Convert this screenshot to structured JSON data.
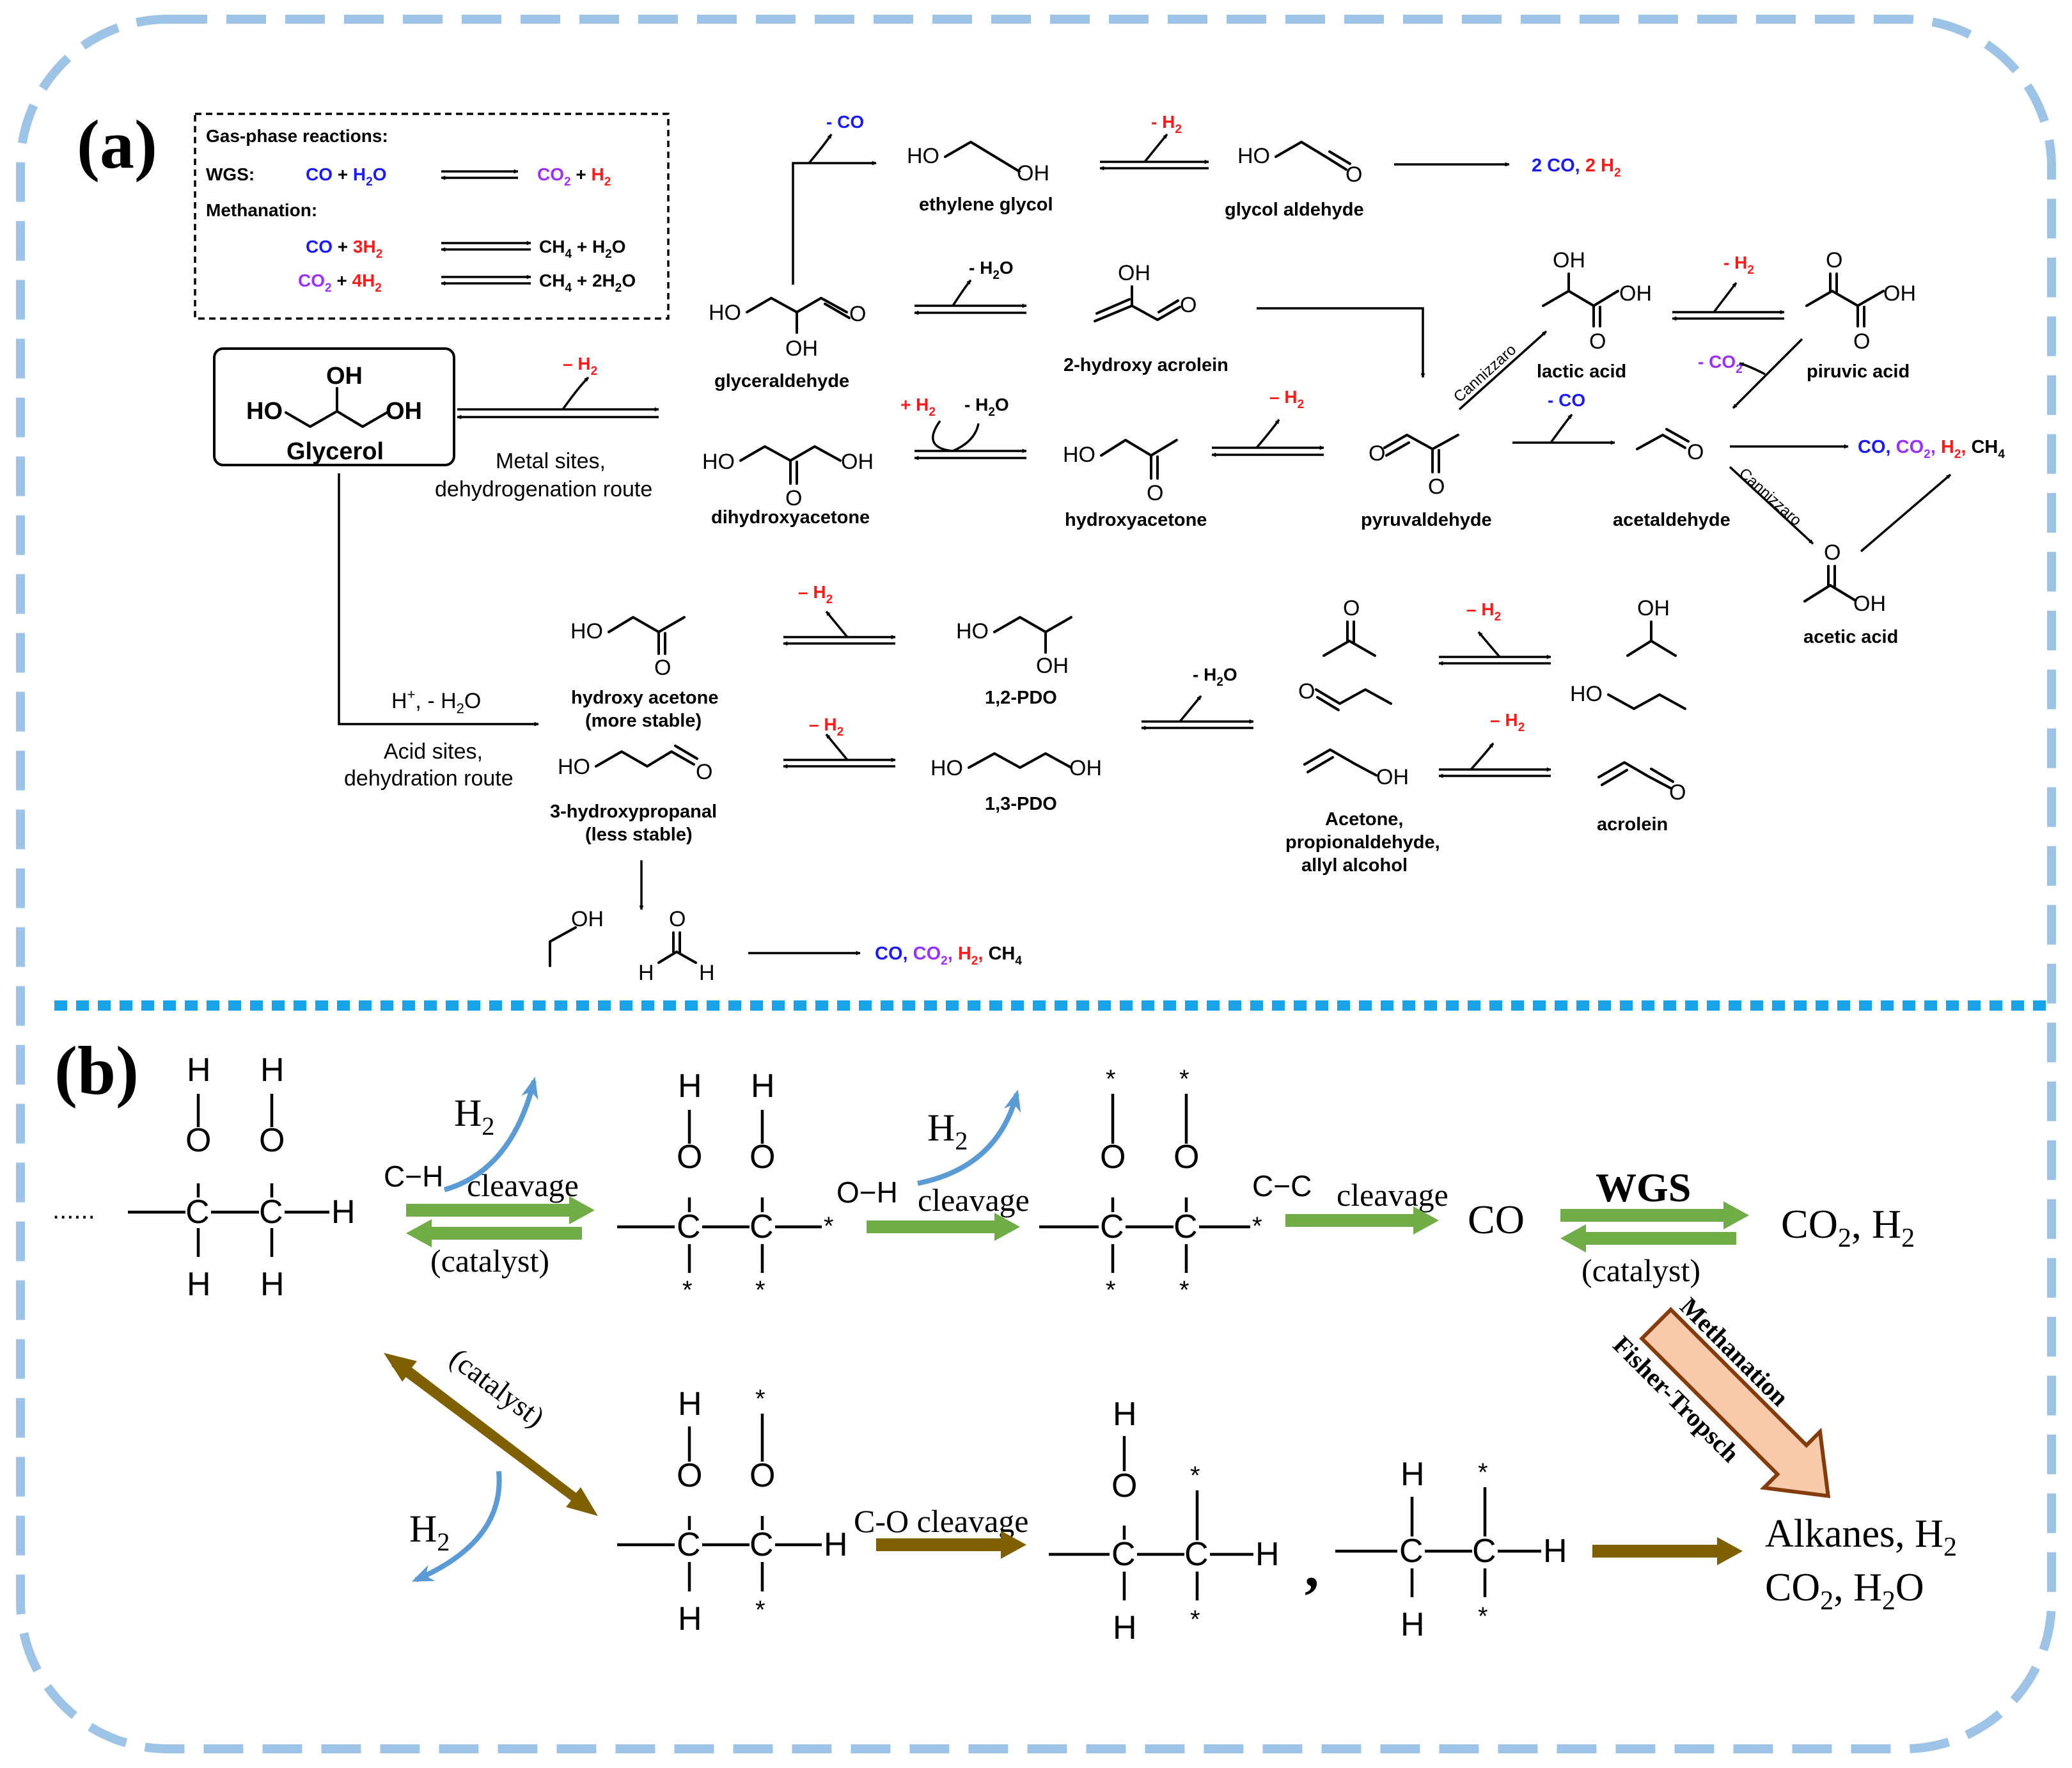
{
  "colors": {
    "border": "#9dc3e6",
    "divider": "#19a3e8",
    "co": "#1a1aff",
    "co2": "#9b30ff",
    "h2": "#ff1a1a",
    "green_arrow": "#70ad47",
    "brown_arrow": "#7f6000",
    "h2_curve": "#5b9bd5",
    "block_arrow_fill": "#f8cbad",
    "block_arrow_stroke": "#843c0c"
  },
  "panel_a": {
    "label": "(a)",
    "gas_box": {
      "title": "Gas-phase reactions:",
      "wgs_label": "WGS:",
      "methanation_label": "Methanation:",
      "wgs_lhs": {
        "co": "CO",
        "plus": "+",
        "h2o": "H",
        "h2o_sub": "2",
        "h2o_o": "O"
      },
      "wgs_rhs": {
        "co2": "CO",
        "co2_sub": "2",
        "plus": "+",
        "h2": "H",
        "h2_sub": "2"
      },
      "meth1_lhs": {
        "co": "CO",
        "plus": "+",
        "h2": "3H",
        "h2_sub": "2"
      },
      "meth1_rhs": {
        "ch4": "CH",
        "ch4_sub": "4",
        "plus": "+",
        "h2o": "H",
        "h2o_sub": "2",
        "h2o_o": "O"
      },
      "meth2_lhs": {
        "co2": "CO",
        "co2_sub": "2",
        "plus": "+",
        "h2": "4H",
        "h2_sub": "2"
      },
      "meth2_rhs": {
        "ch4": "CH",
        "ch4_sub": "4",
        "plus": "+",
        "h2o": "2H",
        "h2o_sub": "2",
        "h2o_o": "O"
      }
    },
    "glycerol": {
      "name": "Glycerol",
      "oh_top": "OH",
      "ho_left": "HO",
      "oh_right": "OH"
    },
    "metal_route": {
      "line1": "Metal sites,",
      "line2": "dehydrogenation route",
      "minus_h2": "– H",
      "minus_h2_sub": "2"
    },
    "acid_route": {
      "reagent": "H",
      "reagent_sup": "+",
      "reagent_rest": ", - H",
      "reagent_sub": "2",
      "reagent_o": "O",
      "line1": "Acid sites,",
      "line2": "dehydration route"
    },
    "molecules": {
      "glyceraldehyde": "glyceraldehyde",
      "ethylene_glycol": "ethylene glycol",
      "glycol_aldehyde": "glycol aldehyde",
      "hydroxy_acrolein": "2-hydroxy acrolein",
      "dihydroxyacetone": "dihydroxyacetone",
      "hydroxyacetone": "hydroxyacetone",
      "pyruvaldehyde": "pyruvaldehyde",
      "lactic_acid": "lactic acid",
      "piruvic_acid": "piruvic acid",
      "acetaldehyde": "acetaldehyde",
      "acetic_acid": "acetic acid",
      "hydroxy_acetone": "hydroxy acetone",
      "more_stable": "(more stable)",
      "hydroxypropanal": "3-hydroxypropanal",
      "less_stable": "(less stable)",
      "pdo12": "1,2-PDO",
      "pdo13": "1,3-PDO",
      "acetone_group_l1": "Acetone,",
      "acetone_group_l2": "propionaldehyde,",
      "acetone_group_l3": "allyl alcohol",
      "acrolein": "acrolein"
    },
    "atoms": {
      "OH": "OH",
      "HO": "HO",
      "O": "O",
      "H": "H"
    },
    "reagents": {
      "minus_co": "- CO",
      "minus_h2_a": "- H",
      "minus_h2o": "- H",
      "plus_h2": "+ H",
      "minus_co2": "- CO",
      "sub2": "2",
      "o": "O",
      "dash_h2": "– H"
    },
    "products": {
      "two_co": "2 CO,",
      "two_h2": "2 H",
      "co": "CO,",
      "co2": "CO",
      "co2_tail": ",",
      "h2": "H",
      "h2_tail": ",",
      "ch4": "CH",
      "ch4_sub": "4"
    },
    "cannizzaro": "Cannizzaro"
  },
  "panel_b": {
    "label": "(b)",
    "dots": "......",
    "ch_label": "C−H",
    "oh_label": "O−H",
    "cc_label": "C−C",
    "cleavage": "cleavage",
    "catalyst": "(catalyst)",
    "h2_main": "H",
    "h2_sub": "2",
    "co": "CO",
    "wgs": "WGS",
    "co2_h2": "CO",
    "co2_h2_sub": "2",
    "co2_h2_tail": ", H",
    "methanation": "Methanation",
    "fisher": "Fisher-Tropsch",
    "co_cleavage": "C-O cleavage",
    "alkanes_l1": "Alkanes, H",
    "alkanes_l1_sub": "2",
    "alkanes_l2_a": "CO",
    "alkanes_l2_sub1": "2",
    "alkanes_l2_b": ", H",
    "alkanes_l2_sub2": "2",
    "alkanes_l2_c": "O",
    "comma": ",",
    "atoms": {
      "H": "H",
      "O": "O",
      "C": "C",
      "star": "*"
    }
  }
}
